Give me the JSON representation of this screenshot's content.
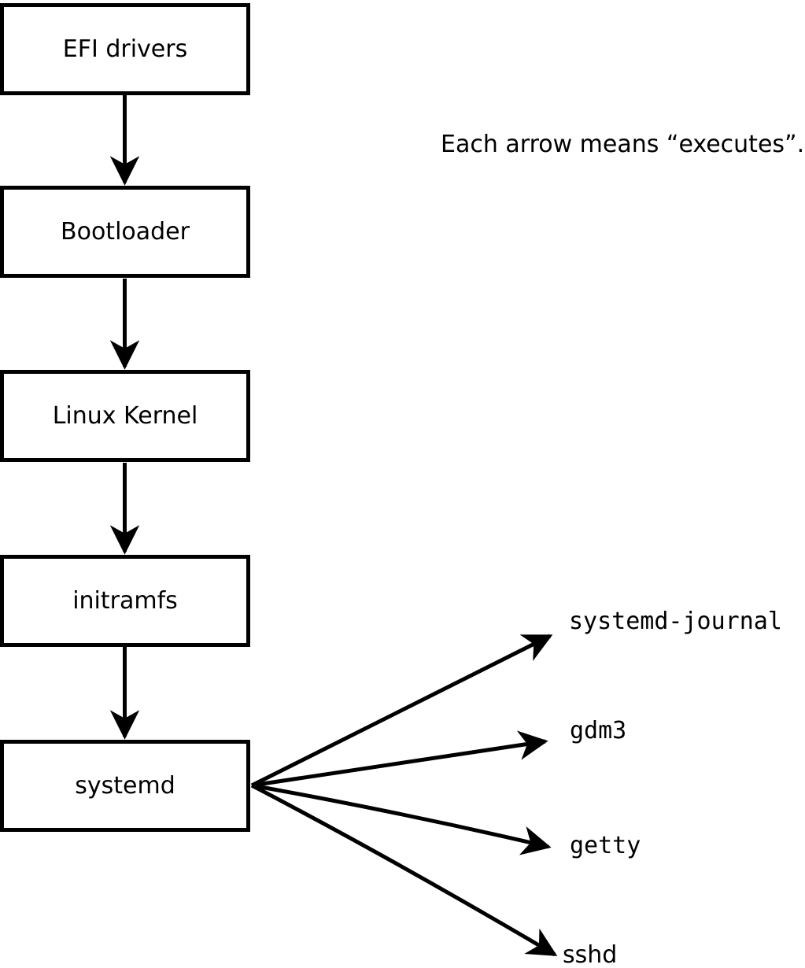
{
  "caption": "Each arrow means “executes”.",
  "boxes": [
    {
      "label": "EFI drivers"
    },
    {
      "label": "Bootloader"
    },
    {
      "label": "Linux Kernel"
    },
    {
      "label": "initramfs"
    },
    {
      "label": "systemd"
    }
  ],
  "leaves": [
    {
      "label": "systemd-journal"
    },
    {
      "label": "gdm3"
    },
    {
      "label": "getty"
    },
    {
      "label": "sshd"
    }
  ],
  "edges": [
    {
      "from": "EFI drivers",
      "to": "Bootloader",
      "meaning": "executes"
    },
    {
      "from": "Bootloader",
      "to": "Linux Kernel",
      "meaning": "executes"
    },
    {
      "from": "Linux Kernel",
      "to": "initramfs",
      "meaning": "executes"
    },
    {
      "from": "initramfs",
      "to": "systemd",
      "meaning": "executes"
    },
    {
      "from": "systemd",
      "to": "systemd-journal",
      "meaning": "executes"
    },
    {
      "from": "systemd",
      "to": "gdm3",
      "meaning": "executes"
    },
    {
      "from": "systemd",
      "to": "getty",
      "meaning": "executes"
    },
    {
      "from": "systemd",
      "to": "sshd",
      "meaning": "executes"
    }
  ],
  "colors": {
    "line": "#000000",
    "background": "#ffffff"
  }
}
